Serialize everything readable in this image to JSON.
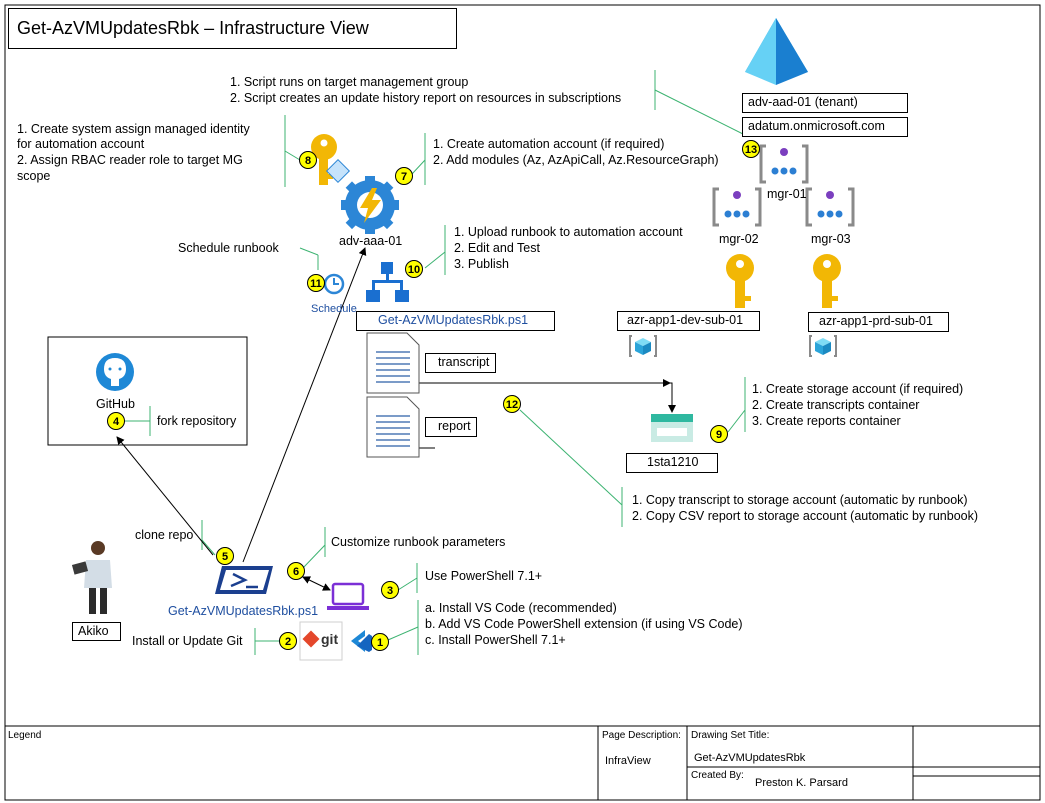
{
  "title": "Get-AzVMUpdatesRbk – Infrastructure View",
  "notes": {
    "mg_scope": [
      "1. Script runs on target management group",
      "2. Script creates an update history report on resources in subscriptions"
    ],
    "managed_identity": [
      "1. Create system assign managed identity",
      "for automation account",
      "2. Assign RBAC reader role to target MG",
      "scope"
    ],
    "automation": [
      "1. Create automation account (if required)",
      "2. Add modules (Az, AzApiCall, Az.ResourceGraph)"
    ],
    "runbook": [
      "1. Upload runbook to automation account",
      "2. Edit and Test",
      "3. Publish"
    ],
    "schedule": "Schedule runbook",
    "storage": [
      "1. Create storage account (if required)",
      "2. Create transcripts container",
      "3. Create reports container"
    ],
    "copy": [
      "1. Copy transcript to storage account (automatic by runbook)",
      "2. Copy CSV report to storage account (automatic by runbook)"
    ],
    "fork": "fork repository",
    "clone": "clone repo",
    "customize": "Customize runbook parameters",
    "powershell": "Use PowerShell 7.1+",
    "vscode": [
      "a. Install VS Code (recommended)",
      "b. Add VS Code PowerShell extension (if using VS Code)",
      "c. Install PowerShell 7.1+"
    ],
    "git": "Install or Update Git"
  },
  "labels": {
    "tenant": "adv-aad-01 (tenant)",
    "domain": "adatum.onmicrosoft.com",
    "mgr01": "mgr-01",
    "mgr02": "mgr-02",
    "mgr03": "mgr-03",
    "sub_dev": "azr-app1-dev-sub-01",
    "sub_prd": "azr-app1-prd-sub-01",
    "automation": "adv-aaa-01",
    "schedule": "Schedule",
    "runbook_file": "Get-AzVMUpdatesRbk.ps1",
    "transcript": "transcript",
    "report": "report",
    "storage": "1sta1210",
    "github": "GitHub",
    "local_script": "Get-AzVMUpdatesRbk.ps1",
    "user": "Akiko",
    "git": "git"
  },
  "badges": [
    "1",
    "2",
    "3",
    "4",
    "5",
    "6",
    "7",
    "8",
    "9",
    "10",
    "11",
    "12",
    "13"
  ],
  "footer": {
    "legend": "Legend",
    "page_desc_label": "Page Description:",
    "page_desc_value": "InfraView",
    "drawing_set_label": "Drawing Set Title:",
    "drawing_set_value": "Get-AzVMUpdatesRbk",
    "created_by_label": "Created By:",
    "created_by_value": "Preston K. Parsard"
  },
  "colors": {
    "azure_blue": "#1f4fa0",
    "badge_yellow": "#ffff00",
    "leader_green": "#3cb371",
    "key_gold": "#f2b705"
  },
  "icons": [
    "azure-ad-icon",
    "management-group-icon",
    "key-icon",
    "automation-gear-icon",
    "runbook-icon",
    "schedule-clock-icon",
    "document-icon",
    "storage-icon",
    "github-icon",
    "powershell-icon",
    "laptop-icon",
    "git-icon",
    "vscode-icon",
    "user-avatar-icon",
    "cube-icon"
  ]
}
